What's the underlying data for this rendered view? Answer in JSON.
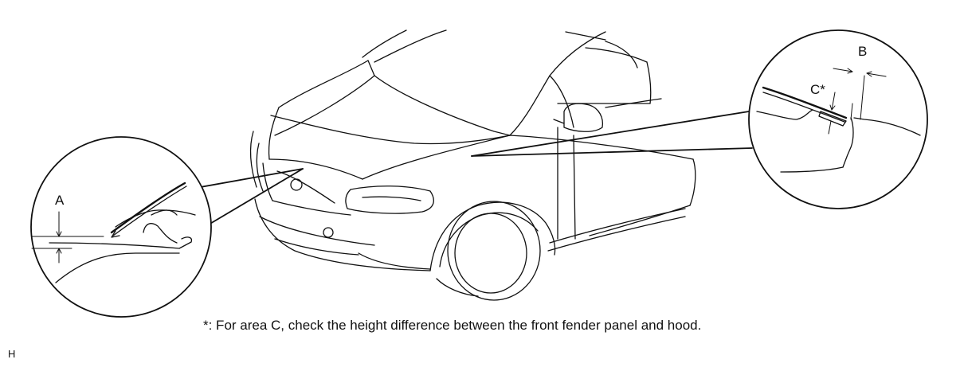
{
  "labels": {
    "a": "A",
    "b": "B",
    "c": "C*"
  },
  "footnote": "*: For area C, check the height difference between the front fender panel and hood.",
  "figure_code": "H"
}
